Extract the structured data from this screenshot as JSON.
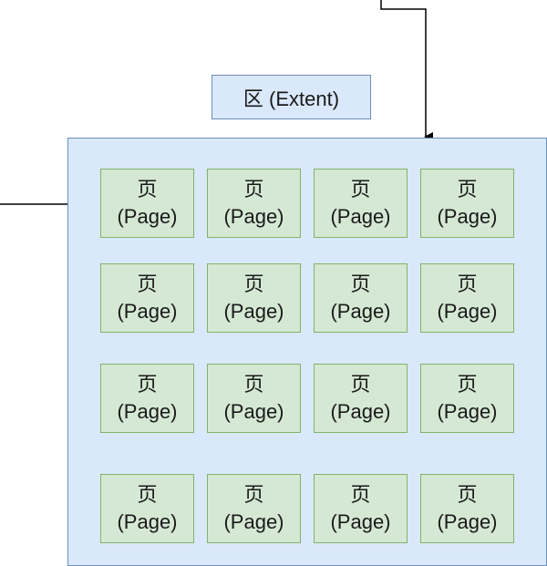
{
  "extent": {
    "label": "区 (Extent)"
  },
  "page_block": {
    "label_cn": "页",
    "label_en": "(Page)"
  },
  "grid": {
    "rows": 4,
    "columns": 4
  },
  "colors": {
    "extent_fill": "#dae8fc",
    "extent_stroke": "#6c8ebf",
    "page_fill": "#d5e8d4",
    "page_stroke": "#82b366",
    "connector": "#000000"
  }
}
